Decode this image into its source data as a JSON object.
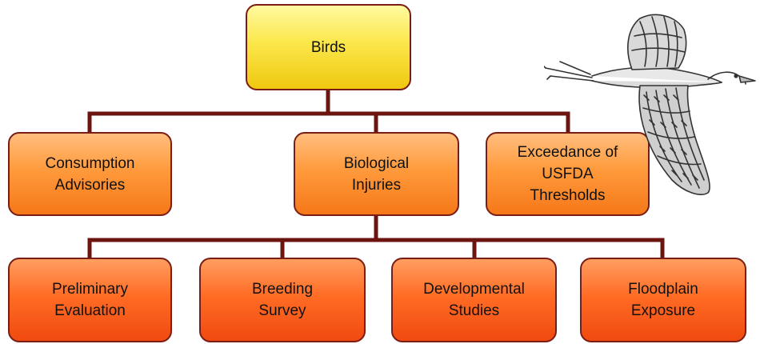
{
  "root": {
    "label": "Birds"
  },
  "level1": [
    {
      "id": "consumption",
      "label": "Consumption\nAdvisories"
    },
    {
      "id": "biological",
      "label": "Biological\nInjuries"
    },
    {
      "id": "exceedance",
      "label": "Exceedance of\nUSFDA\nThresholds"
    }
  ],
  "level2": [
    {
      "id": "preliminary",
      "label": "Preliminary\nEvaluation"
    },
    {
      "id": "breeding",
      "label": "Breeding\nSurvey"
    },
    {
      "id": "developmental",
      "label": "Developmental\nStudies"
    },
    {
      "id": "floodplain",
      "label": "Floodplain\nExposure"
    }
  ],
  "colors": {
    "connector": "#6b1410",
    "root_fill": "#fbe74a",
    "level1_fill": "#ff9a3c",
    "level2_fill": "#ff6c24",
    "border": "#7a1d14"
  },
  "illustration": "heron-in-flight-icon"
}
